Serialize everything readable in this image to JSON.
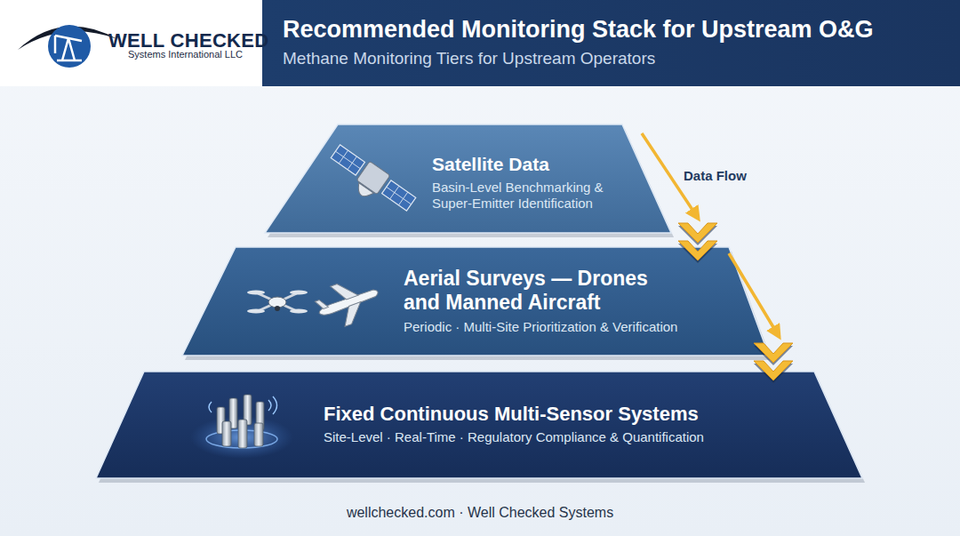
{
  "diagram": {
    "title": "Recommended Monitoring Stack for Upstream O&G",
    "nodes": [
      {
        "text": [
          "Satellite Data",
          "Basin-Level Benchmarking & Super-Emitter Identification"
        ]
      },
      {
        "text": [
          "Aerial Surveys — Drones and Manned Aircraft",
          "Periodic · Multi-Site Prioritization & Verification"
        ]
      },
      {
        "text": [
          "Fixed Continuous Multi-Sensor Systems",
          "Site-Level · Real-Time · Regulatory Compliance & Quantification"
        ]
      }
    ],
    "edges": [
      {
        "from": 0,
        "to": 1,
        "label": "Data Flow",
        "arrow": "to"
      },
      {
        "from": 1,
        "to": 2,
        "arrow": "to"
      }
    ],
    "labels": [
      "WELL CHECKED",
      "Systems International LLC",
      "Methane Monitoring Tiers for Upstream Operators",
      "wellchecked.com · Well Checked Systems"
    ]
  }
}
